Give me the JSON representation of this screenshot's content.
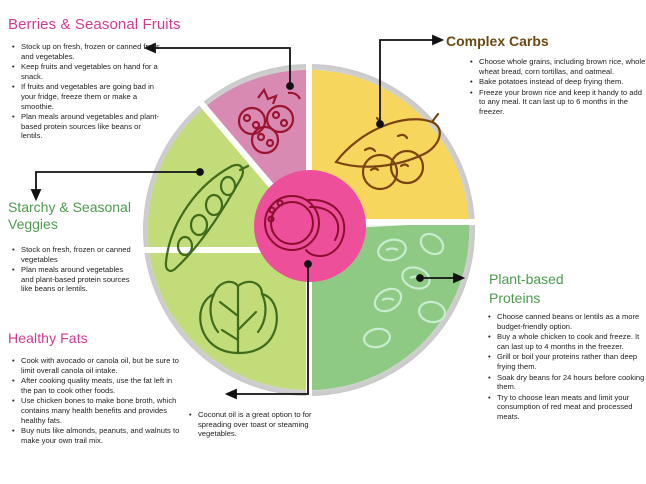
{
  "sections": {
    "berries": {
      "title": "Berries & Seasonal Fruits",
      "tips": [
        "Stock up on fresh, frozen or canned fruits and vegetables.",
        "Keep fruits and vegetables on hand for a snack.",
        "If fruits and vegetables are going bad in your fridge, freeze them or make a smoothie.",
        "Plan meals around vegetables and plant-based protein sources like beans or lentils."
      ]
    },
    "carbs": {
      "title": "Complex Carbs",
      "tips": [
        "Choose whole grains, including brown rice, whole wheat bread, corn tortillas, and oatmeal.",
        "Bake potatoes instead of deep frying them.",
        "Freeze your brown rice and keep it handy to add to any meal. It can last up to 6 months in the freezer."
      ]
    },
    "veggies": {
      "title_line1": "Starchy & Seasonal",
      "title_line2": "Veggies",
      "tips": [
        "Stock on fresh, frozen or canned vegetables",
        "Plan meals around vegetables and plant-based protein sources like beans or lentils."
      ]
    },
    "proteins": {
      "title_line1": "Plant-based",
      "title_line2": "Proteins",
      "tips": [
        "Choose canned beans or lentils as a more budget-friendly option.",
        "Buy a whole chicken to cook and freeze. It can last up to 4 months in the freezer.",
        "Grill or boil your proteins rather than deep frying them.",
        "Soak dry beans for 24 hours before cooking them.",
        "Try to choose lean meats and limit your consumption of red meat and processed meats."
      ]
    },
    "fats": {
      "title": "Healthy Fats",
      "tips": [
        "Cook with avocado or canola oil, but be sure to limit overall canola oil intake.",
        "After cooking quality meats, use the fat left in the pan to cook other foods.",
        "Use chicken bones to make bone broth, which contains many health benefits and provides healthy fats.",
        "Buy nuts like almonds, peanuts, and walnuts to make your own trail mix."
      ],
      "note": "Coconut oil is a great option to for spreading over toast or steaming vegetables."
    }
  },
  "colors": {
    "pink_heading": "#d23a93",
    "gold_heading": "#6b4a12",
    "green_heading": "#4d9b4f",
    "berries_segment": "#d98ab3",
    "carbs_segment": "#f7d65e",
    "veggies_segment": "#c3dc7a",
    "proteins_segment": "#8fca84",
    "fats_segment": "#c3dc7a",
    "center_circle": "#ee4f9a",
    "plate_rim": "#dcdcdc"
  },
  "icons": [
    "raspberry-icon",
    "sweet-potato-icon",
    "pea-pod-icon",
    "beans-icon",
    "lettuce-icon",
    "coconut-icon"
  ]
}
